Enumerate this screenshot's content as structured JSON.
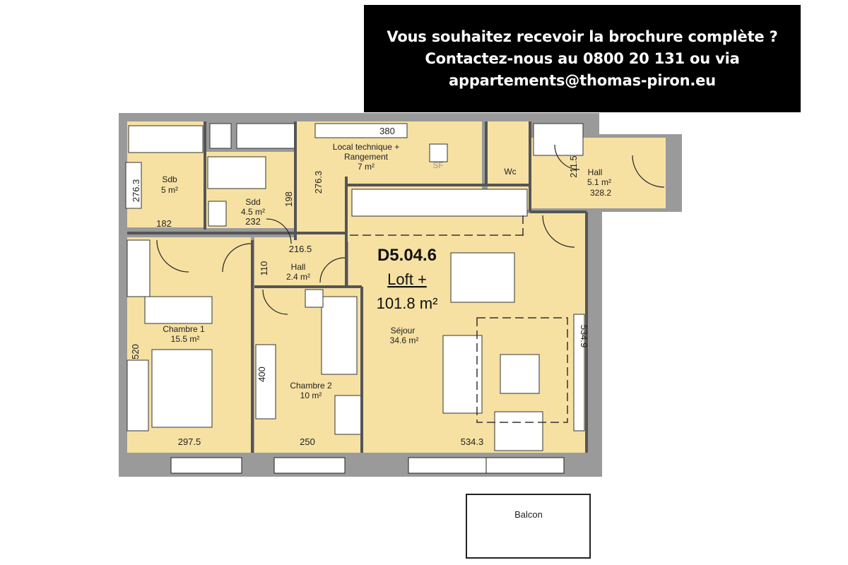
{
  "banner": {
    "line1": "Vous souhaitez recevoir la brochure complète ?",
    "line2": "Contactez-nous au 0800 20 131 ou via",
    "line3": "appartements@thomas-piron.eu"
  },
  "unit": {
    "id": "D5.04.6",
    "type": "Loft +",
    "area": "101.8 m²"
  },
  "colors": {
    "floor": "#f6e1a3",
    "wall": "#9a9a9a",
    "line": "#222222",
    "banner_bg": "#000000",
    "banner_text": "#ffffff"
  },
  "rooms": [
    {
      "name": "Sdb",
      "area": "5 m²"
    },
    {
      "name": "Sdd",
      "area": "4.5 m²"
    },
    {
      "name": "Local technique +",
      "name2": "Rangement",
      "area": "7 m²"
    },
    {
      "name": "Wc"
    },
    {
      "name": "Hall",
      "area": "5.1 m²",
      "dim": "328.2"
    },
    {
      "name": "Hall",
      "area": "2.4 m²"
    },
    {
      "name": "Chambre 1",
      "area": "15.5 m²"
    },
    {
      "name": "Chambre 2",
      "area": "10 m²"
    },
    {
      "name": "Séjour",
      "area": "34.6 m²"
    },
    {
      "name": "Balcon"
    }
  ],
  "dimensions": {
    "sdb_height": "276.3",
    "sdb_width": "182",
    "sdd_width": "232",
    "sdd_height": "198",
    "local_width": "380",
    "local_height": "276.3",
    "hall_entry_height": "211.5",
    "hall_small_width": "216.5",
    "hall_small_height": "110",
    "chambre1_height": "520",
    "chambre1_width": "297.5",
    "chambre2_height": "400",
    "chambre2_width": "250",
    "sejour_width": "534.3",
    "sejour_height": "534.9"
  },
  "misc": {
    "sf_label": "SF"
  }
}
